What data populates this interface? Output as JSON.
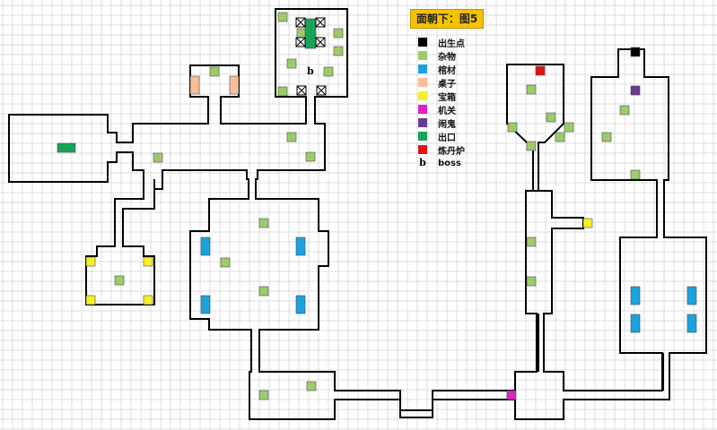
{
  "title": "面朝下：图5",
  "legend": [
    {
      "key": "spawn",
      "label": "出生点",
      "color": "#000000"
    },
    {
      "key": "misc",
      "label": "杂物",
      "color": "#9ccc6a"
    },
    {
      "key": "coffin",
      "label": "棺材",
      "color": "#1aa3e0"
    },
    {
      "key": "table",
      "label": "桌子",
      "color": "#f5c09a"
    },
    {
      "key": "chest",
      "label": "宝箱",
      "color": "#f5ef2a"
    },
    {
      "key": "mechanism",
      "label": "机关",
      "color": "#e021c8"
    },
    {
      "key": "ghost",
      "label": "闹鬼",
      "color": "#6a3a92"
    },
    {
      "key": "exit",
      "label": "出口",
      "color": "#17a45a"
    },
    {
      "key": "furnace",
      "label": "炼丹炉",
      "color": "#e01414"
    },
    {
      "key": "boss",
      "label": "boss",
      "glyph": "b"
    }
  ],
  "boss_marker": "b",
  "colors": {
    "grid": "#dcdcdc",
    "wall": "#000000",
    "misc": "#9ccc6a",
    "coffin": "#1aa3e0",
    "table": "#f5c09a",
    "chest": "#f5ef2a",
    "mechanism": "#e021c8",
    "ghost": "#6a3a92",
    "exit": "#17a45a",
    "furnace": "#e01414",
    "spawn": "#000000"
  }
}
